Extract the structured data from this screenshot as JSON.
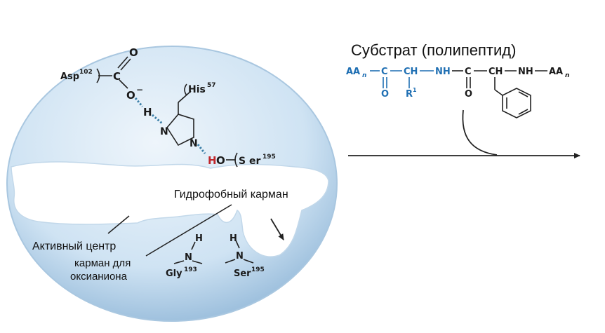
{
  "colors": {
    "enzyme_fill": "#cfe3f3",
    "enzyme_edge": "#9fc1de",
    "substrate_blue": "#1f6fb3",
    "hydrogen_red": "#c0282d",
    "bond": "#222222"
  },
  "substrate": {
    "title": "Субстрат (полипептид)",
    "left_end": "AA",
    "right_end": "AA",
    "end_sub": "n",
    "c1": "C",
    "o1": "O",
    "ch1": "CH",
    "r1": "R",
    "r1_sup": "1",
    "nh1": "NH",
    "c2": "C",
    "o2": "O",
    "ch2": "CH",
    "nh2": "NH"
  },
  "residues": {
    "asp": "Asp",
    "asp_num": "102",
    "c": "C",
    "o_double": "O",
    "o_minus": "O",
    "minus": "−",
    "h1": "H",
    "his": "His",
    "his_num": "57",
    "n1": "N",
    "n2": "N",
    "h2": "H",
    "ser_o": "O",
    "ser": "S er",
    "ser_num": "195",
    "gly_h": "H",
    "gly_n": "N",
    "gly": "Gly",
    "gly_num": "193",
    "ser2_h": "H",
    "ser2_n": "N",
    "ser2": "Ser",
    "ser2_num": "195"
  },
  "labels": {
    "hydrophobic_pocket": "Гидрофобный карман",
    "active_site": "Активный центр",
    "oxyanion_line1": "карман для",
    "oxyanion_line2": "оксианиона"
  }
}
